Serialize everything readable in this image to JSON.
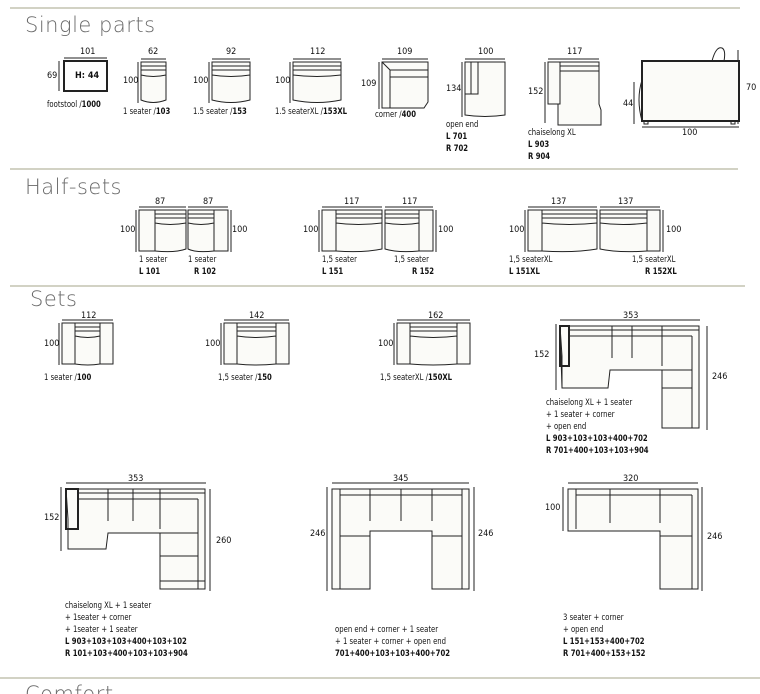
{
  "sections": {
    "single": "Single parts",
    "half": "Half-sets",
    "sets": "Sets",
    "comfort": "Comfort"
  },
  "single": {
    "footstool": {
      "w": "101",
      "d": "69",
      "h": "H: 44",
      "label": "footstool /",
      "code": "1000"
    },
    "seater1": {
      "w": "62",
      "d": "100",
      "label": "1 seater /",
      "code": "103"
    },
    "seater15": {
      "w": "92",
      "d": "100",
      "label": "1.5 seater /",
      "code": "153"
    },
    "seater15xl": {
      "w": "112",
      "d": "100",
      "label": "1.5 seaterXL /",
      "code": "153XL"
    },
    "corner": {
      "w": "109",
      "d": "109",
      "label": "corner /",
      "code": "400"
    },
    "openend": {
      "w": "100",
      "d": "134",
      "label": "open end",
      "l": "L 701",
      "r": "R 702"
    },
    "chaise": {
      "w": "117",
      "d": "152",
      "label": "chaiselong XL",
      "l": "L 903",
      "r": "R 904"
    },
    "side": {
      "h": "70",
      "seat": "44",
      "w": "100"
    }
  },
  "half": [
    {
      "w": "87",
      "d": "100",
      "label": "1 seater",
      "code": "L 101"
    },
    {
      "w": "87",
      "d": "100",
      "label": "1 seater",
      "code": "R 102"
    },
    {
      "w": "117",
      "d": "100",
      "label": "1,5 seater",
      "code": "L 151"
    },
    {
      "w": "117",
      "d": "100",
      "label": "1,5 seater",
      "code": "R 152"
    },
    {
      "w": "137",
      "d": "100",
      "label": "1,5 seaterXL",
      "code": "L 151XL"
    },
    {
      "w": "137",
      "d": "100",
      "label": "1,5 seaterXL",
      "code": "R 152XL"
    }
  ],
  "sets": {
    "s100": {
      "w": "112",
      "d": "100",
      "label": "1 seater /",
      "code": "100"
    },
    "s150": {
      "w": "142",
      "d": "100",
      "label": "1,5 seater /",
      "code": "150"
    },
    "s150xl": {
      "w": "162",
      "d": "100",
      "label": "1,5 seaterXL /",
      "code": "150XL"
    },
    "chaise4": {
      "w": "353",
      "d": "152",
      "d2": "246",
      "lines": [
        "chaiselong XL + 1 seater",
        "+ 1 seater + corner",
        "+ open end"
      ],
      "l": "L 903+103+103+400+702",
      "r": "R 701+400+103+103+904"
    },
    "chaise6": {
      "w": "353",
      "d": "152",
      "d2": "260",
      "lines": [
        "chaiselong XL + 1 seater",
        "+ 1seater + corner",
        "+ 1seater + 1 seater"
      ],
      "l": "L 903+103+103+400+103+102",
      "r": "R 101+103+400+103+103+904"
    },
    "u345": {
      "w": "345",
      "d": "246",
      "d2": "246",
      "lines": [
        "open end + corner + 1 seater",
        "+ 1 seater + corner + open end"
      ],
      "code": "701+400+103+103+400+702"
    },
    "l320": {
      "w": "320",
      "d": "100",
      "d2": "246",
      "lines": [
        "3 seater + corner",
        "+ open end"
      ],
      "l": "L 151+153+400+702",
      "r": "R 701+400+153+152"
    }
  }
}
